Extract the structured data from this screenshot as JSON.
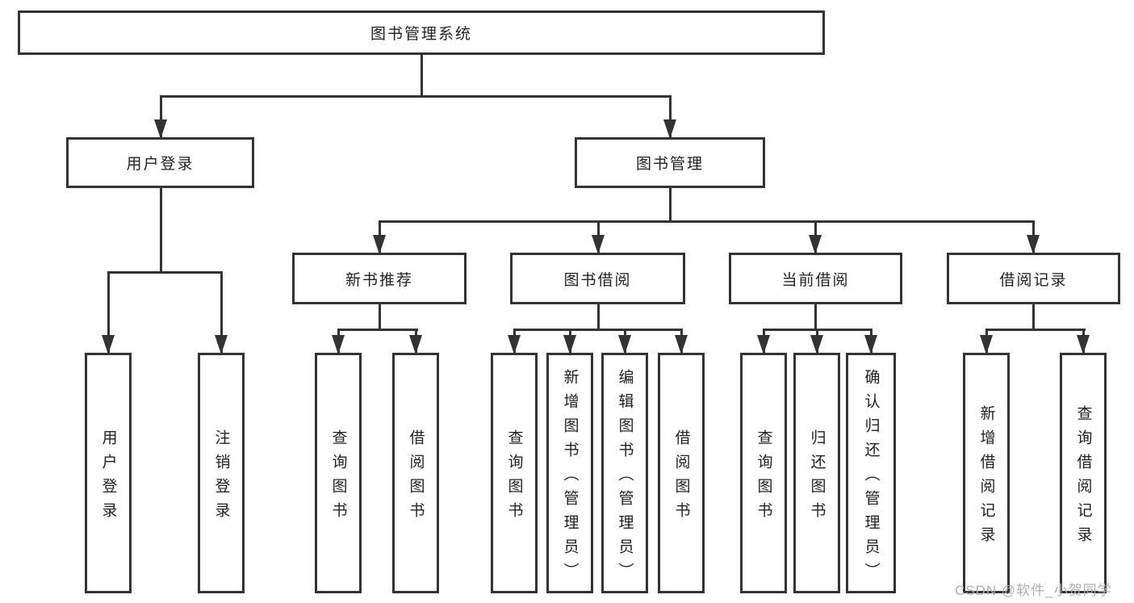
{
  "diagram": {
    "type": "tree",
    "root": {
      "label": "图书管理系统",
      "children": [
        {
          "label": "用户登录",
          "children": [
            {
              "label": "用户登录"
            },
            {
              "label": "注销登录"
            }
          ]
        },
        {
          "label": "图书管理",
          "children": [
            {
              "label": "新书推荐",
              "children": [
                {
                  "label": "查询图书"
                },
                {
                  "label": "借阅图书"
                }
              ]
            },
            {
              "label": "图书借阅",
              "children": [
                {
                  "label": "查询图书"
                },
                {
                  "label": "新增图书（管理员）"
                },
                {
                  "label": "编辑图书（管理员）"
                },
                {
                  "label": "借阅图书"
                }
              ]
            },
            {
              "label": "当前借阅",
              "children": [
                {
                  "label": "查询图书"
                },
                {
                  "label": "归还图书"
                },
                {
                  "label": "确认归还（管理员）"
                }
              ]
            },
            {
              "label": "借阅记录",
              "children": [
                {
                  "label": "新增借阅记录"
                },
                {
                  "label": "查询借阅记录"
                }
              ]
            }
          ]
        }
      ]
    }
  },
  "watermark": {
    "text": "CSDN @软件_小贺同学"
  },
  "colors": {
    "line": "#333333",
    "box_border": "#333333",
    "text": "#222222",
    "background": "#ffffff",
    "watermark": "#a9b0b8"
  }
}
